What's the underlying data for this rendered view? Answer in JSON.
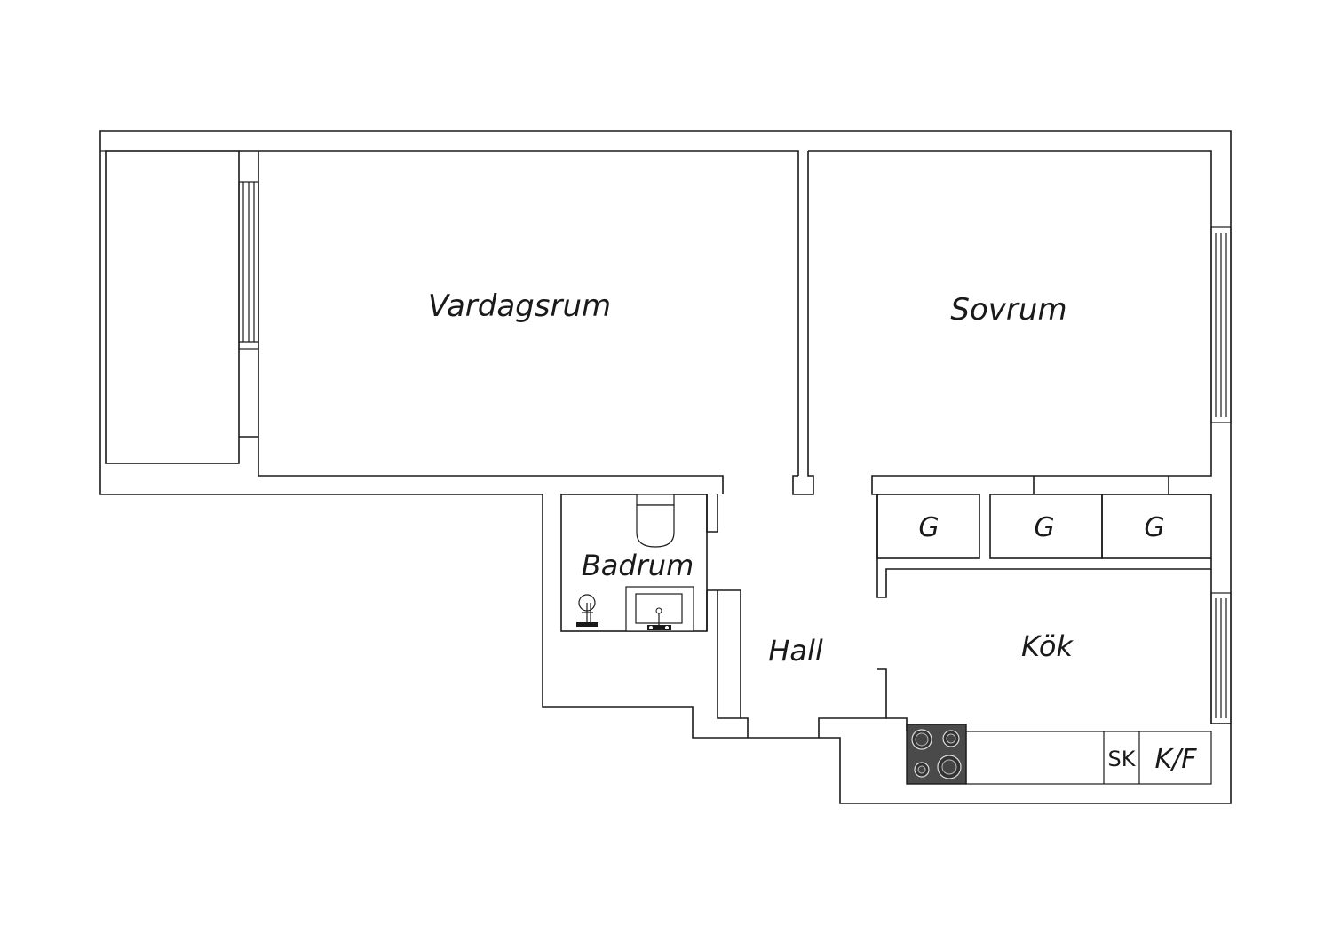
{
  "rooms": {
    "vardagsrum": "Vardagsrum",
    "sovrum": "Sovrum",
    "badrum": "Badrum",
    "hall": "Hall",
    "kok": "Kök"
  },
  "closets": [
    "G",
    "G",
    "G"
  ],
  "appliances": {
    "sk": "SK",
    "kf": "K/F"
  },
  "colors": {
    "lines": "#1a1a1a",
    "stove": "#4a4a4a",
    "background": "#ffffff"
  }
}
